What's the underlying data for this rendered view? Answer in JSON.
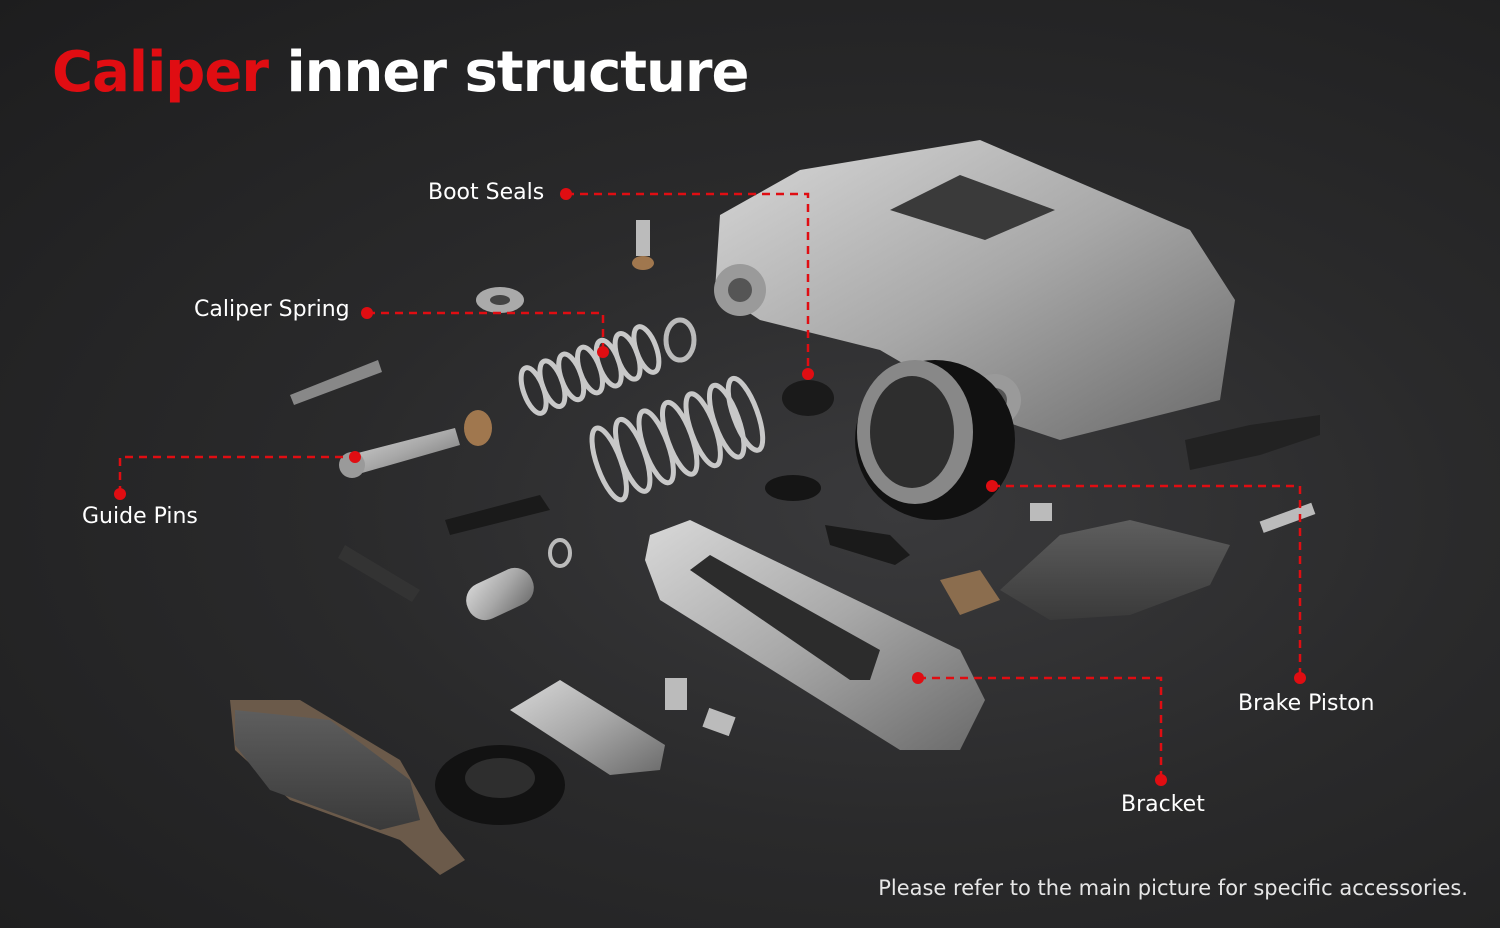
{
  "title": {
    "accent": "Caliper",
    "rest": "inner structure"
  },
  "labels": {
    "boot_seals": "Boot Seals",
    "caliper_spring": "Caliper Spring",
    "guide_pins": "Guide Pins",
    "brake_piston": "Brake Piston",
    "bracket": "Bracket"
  },
  "footnote": "Please refer to the main picture for specific accessories.",
  "colors": {
    "accent": "#e00d12",
    "leader": "#e00d12",
    "background": "#2a2a2b"
  }
}
